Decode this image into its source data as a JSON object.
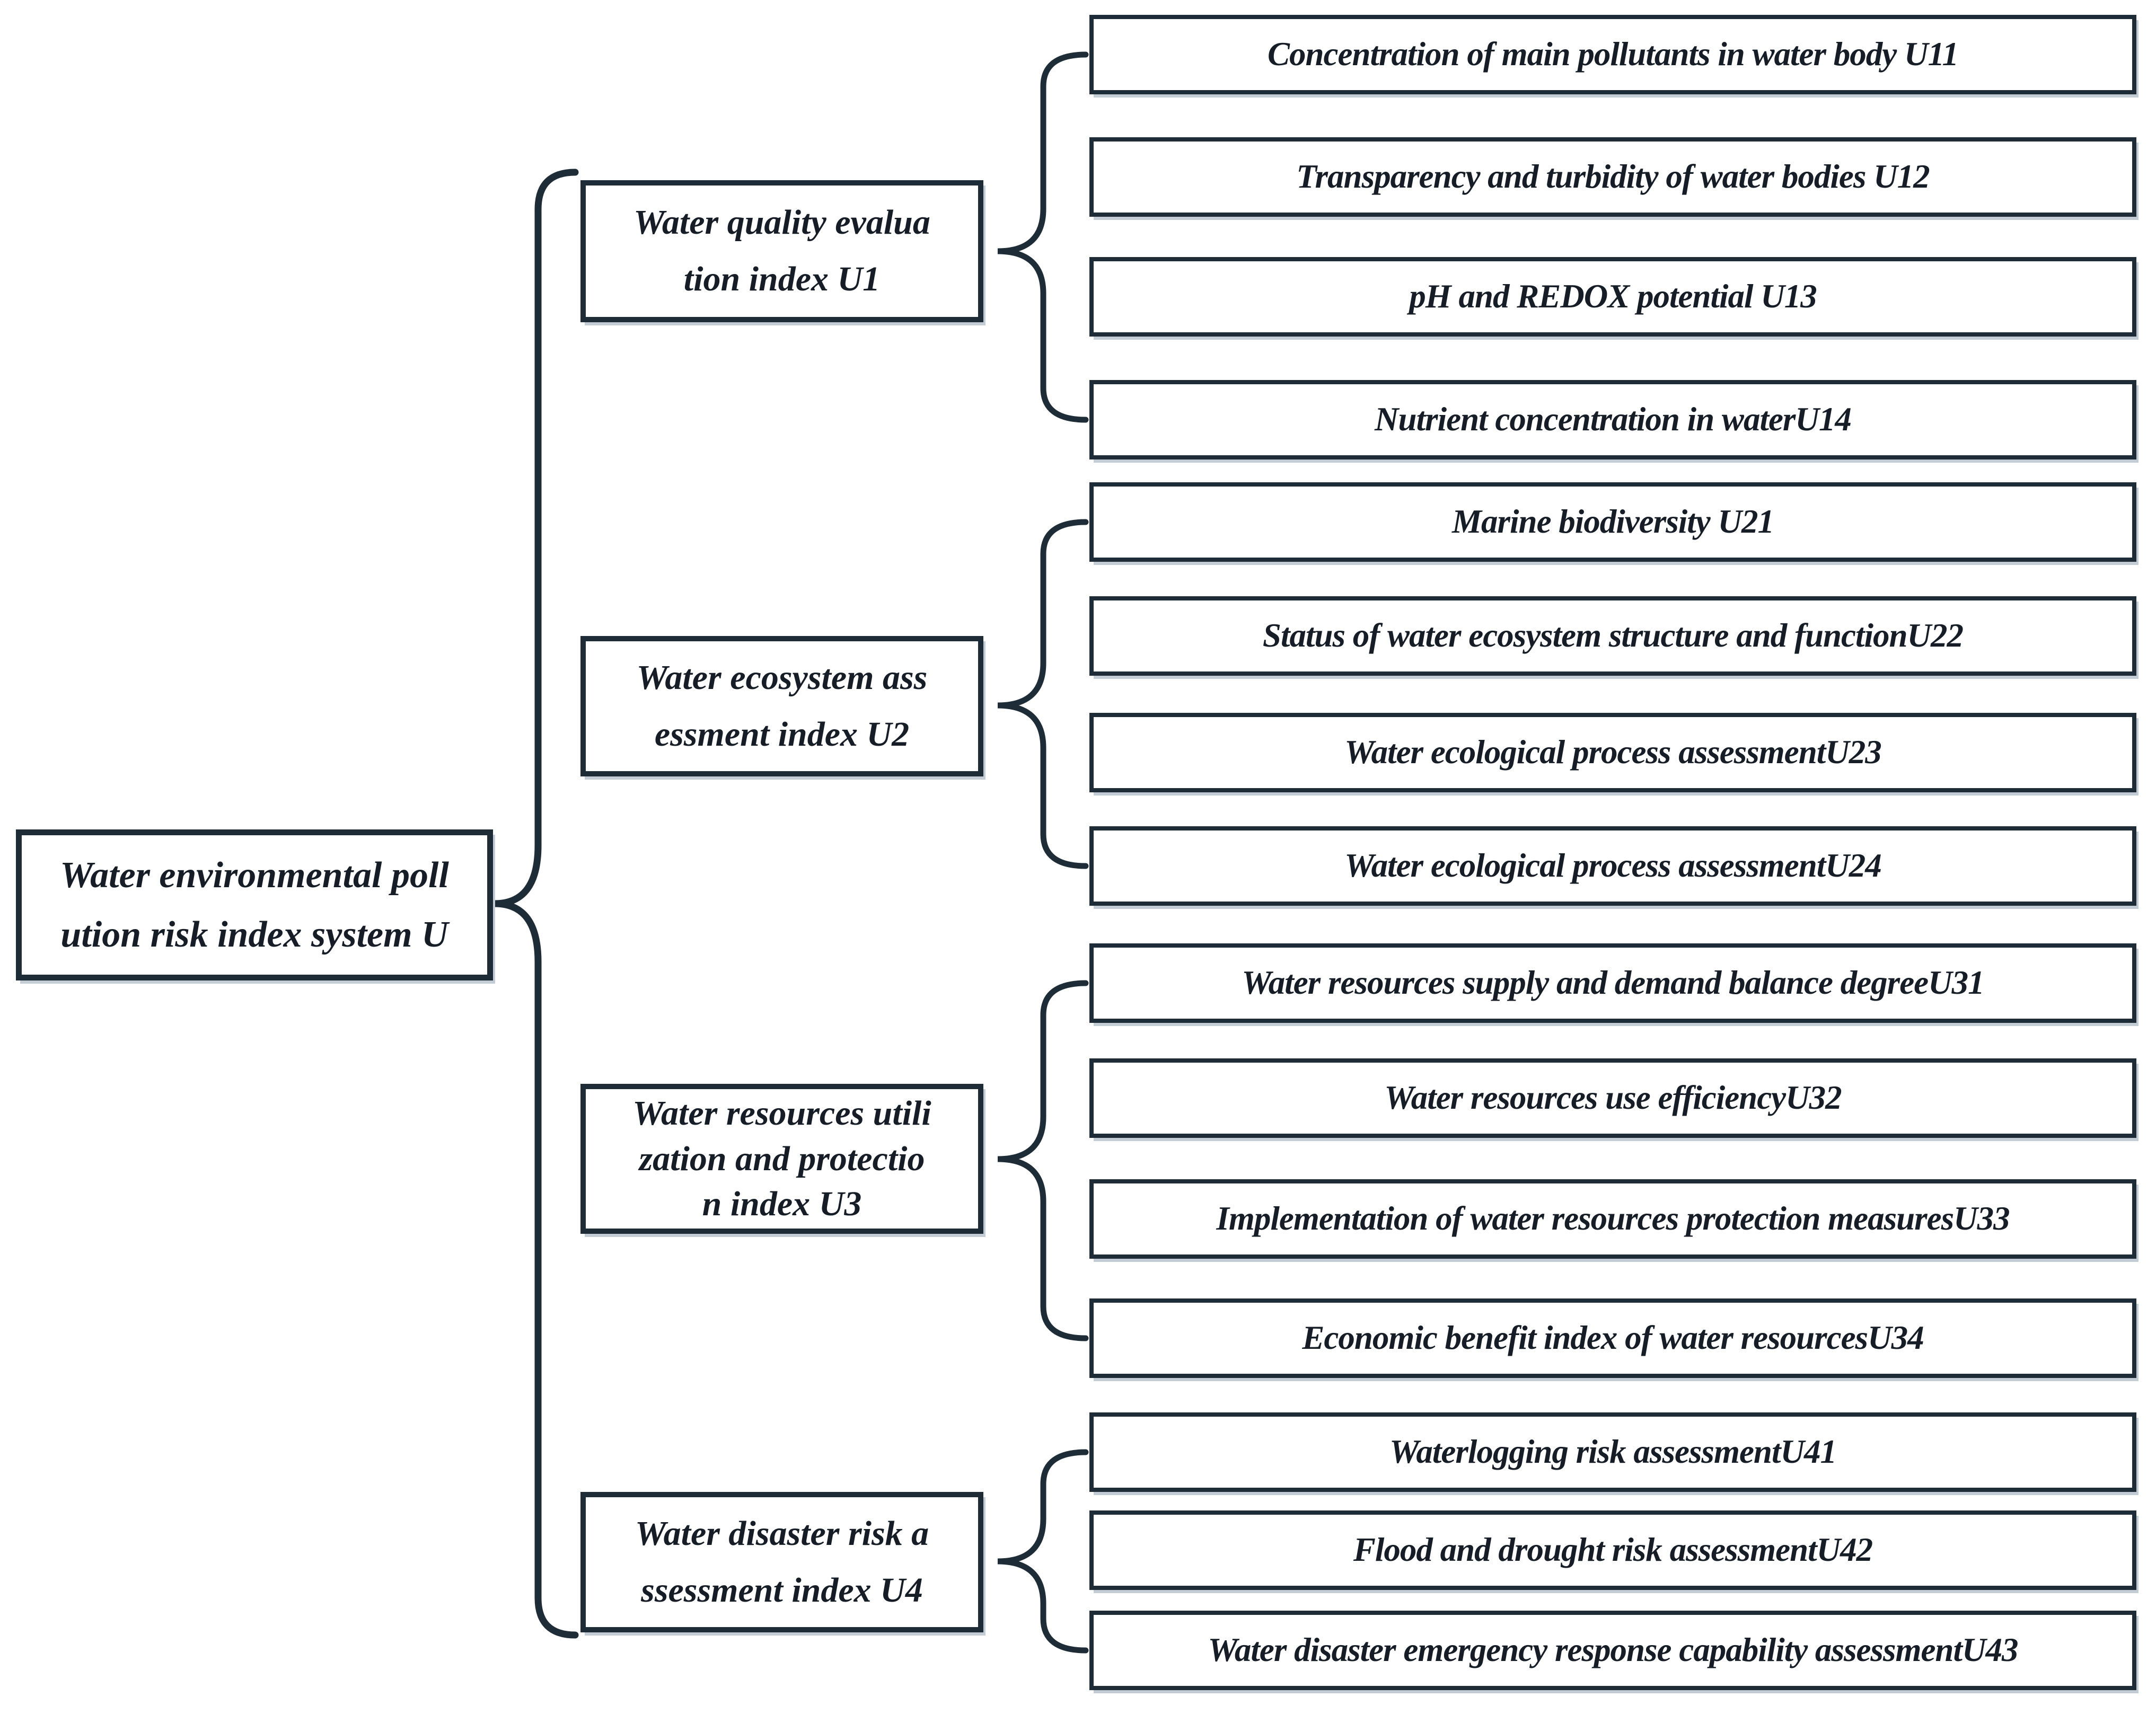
{
  "diagram": {
    "colors": {
      "line": "#1e2c38",
      "text": "#161d26",
      "shadow": "#c3ccd4",
      "background": "#ffffff"
    },
    "root": {
      "label": "Water environmental poll\nution risk index system U"
    },
    "groups": [
      {
        "label": "Water quality evalua\ntion index U1",
        "children": [
          {
            "label": "Concentration of main pollutants in water body U11"
          },
          {
            "label": "Transparency and turbidity of water bodies U12"
          },
          {
            "label": "pH and REDOX potential U13"
          },
          {
            "label": "Nutrient concentration in waterU14"
          }
        ]
      },
      {
        "label": "Water ecosystem ass\nessment index U2",
        "children": [
          {
            "label": "Marine biodiversity U21"
          },
          {
            "label": "Status of water ecosystem structure and functionU22"
          },
          {
            "label": "Water ecological process assessmentU23"
          },
          {
            "label": "Water ecological process assessmentU24"
          }
        ]
      },
      {
        "label": "Water resources utili\nzation and protectio\nn index U3",
        "children": [
          {
            "label": "Water resources supply and demand balance degreeU31"
          },
          {
            "label": "Water resources use efficiencyU32"
          },
          {
            "label": "Implementation of water resources protection measuresU33"
          },
          {
            "label": "Economic benefit index of water resourcesU34"
          }
        ]
      },
      {
        "label": "Water disaster risk a\nssessment index U4",
        "children": [
          {
            "label": "Waterlogging risk assessmentU41"
          },
          {
            "label": "Flood and drought risk assessmentU42"
          },
          {
            "label": "Water disaster emergency response capability assessmentU43"
          }
        ]
      }
    ]
  }
}
